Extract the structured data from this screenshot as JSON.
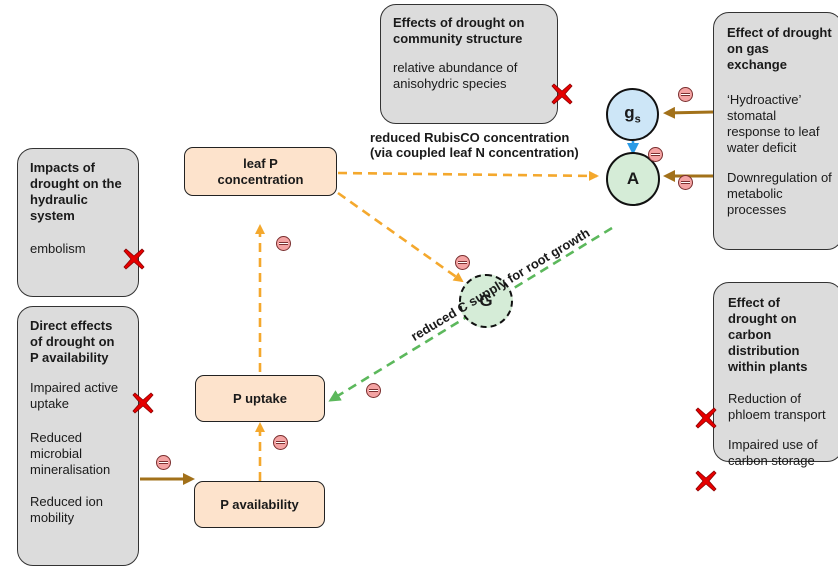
{
  "boxes": {
    "community": {
      "title": "Effects of drought on community structure",
      "items": [
        "relative abundance of anisohydric species"
      ]
    },
    "gas_exchange": {
      "title": "Effect of drought on gas exchange",
      "items": [
        "‘Hydroactive’ stomatal response to leaf water deficit",
        "Downregulation of metabolic processes"
      ]
    },
    "hydraulic": {
      "title": "Impacts of drought on the hydraulic system",
      "items": [
        "embolism"
      ]
    },
    "p_availability": {
      "title": "Direct effects of drought on P availability",
      "items": [
        "Impaired active uptake",
        "Reduced microbial mineralisation",
        "Reduced ion mobility"
      ]
    },
    "carbon": {
      "title": "Effect of drought on carbon distribution within plants",
      "items": [
        "Reduction of phloem transport",
        "Impaired use of carbon storage"
      ]
    }
  },
  "nodes": {
    "leaf_p": "leaf P concentration",
    "p_uptake": "P uptake",
    "p_avail": "P availability",
    "gs": "g",
    "gs_sub": "s",
    "a": "A",
    "g": "G"
  },
  "edge_labels": {
    "rubisco_line1": "reduced RubisCO concentration",
    "rubisco_line2": "(via coupled leaf N concentration)",
    "c_supply": "reduced C supply for root growth"
  },
  "colors": {
    "box_fill": "#dcdcdc",
    "node_fill": "#fde3cc",
    "orange_arrow": "#f4a82d",
    "green_arrow": "#5cb85c",
    "brown_arrow": "#a2711a",
    "blue_arrow": "#2b9be6",
    "gs_fill": "#cde6f7",
    "ag_fill": "#d5ecd7",
    "cross": "#e60000",
    "minus": "#f4a3a3"
  },
  "icons": {
    "negative": "minus-sign-icon",
    "impaired": "red-cross-icon"
  }
}
